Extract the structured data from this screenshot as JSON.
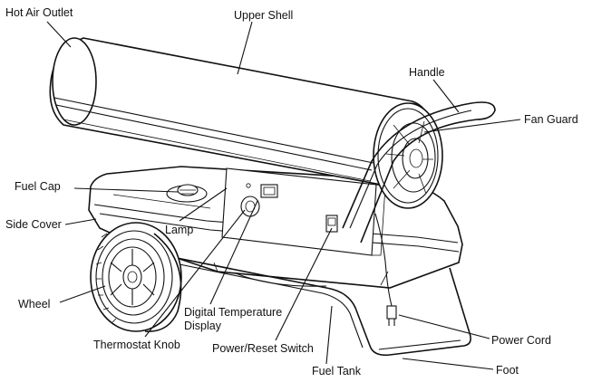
{
  "labels": {
    "hot_air_outlet": "Hot Air Outlet",
    "upper_shell": "Upper Shell",
    "handle": "Handle",
    "fan_guard": "Fan Guard",
    "fuel_cap": "Fuel Cap",
    "side_cover": "Side Cover",
    "lamp": "Lamp",
    "wheel": "Wheel",
    "digital_temperature_display_line1": "Digital Temperature",
    "digital_temperature_display_line2": "Display",
    "thermostat_knob": "Thermostat Knob",
    "power_reset_switch": "Power/Reset Switch",
    "power_cord": "Power Cord",
    "fuel_tank": "Fuel Tank",
    "foot": "Foot"
  },
  "colors": {
    "line": "#111111",
    "background": "#ffffff"
  }
}
